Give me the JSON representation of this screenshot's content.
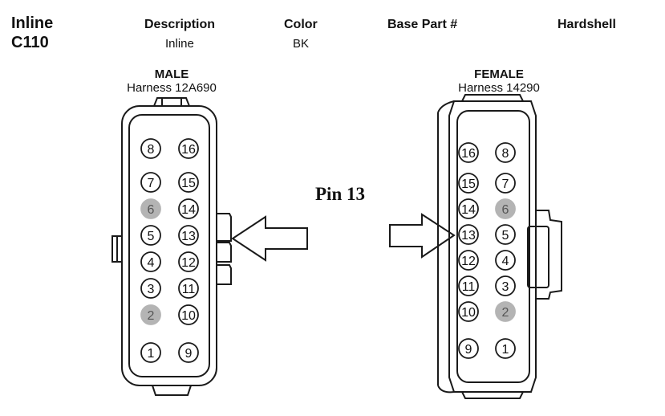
{
  "connector": {
    "line1": "Inline",
    "line2": "C110"
  },
  "columns": {
    "description": {
      "header": "Description",
      "value": "Inline"
    },
    "color": {
      "header": "Color",
      "value": "BK"
    },
    "base_part": {
      "header": "Base Part #",
      "value": ""
    },
    "hardshell": {
      "header": "Hardshell",
      "value": ""
    }
  },
  "male": {
    "title": "MALE",
    "harness": "Harness 12A690",
    "pins_left": [
      "8",
      "7",
      "6",
      "5",
      "4",
      "3",
      "2",
      "1"
    ],
    "pins_right": [
      "16",
      "15",
      "14",
      "13",
      "12",
      "11",
      "10",
      "9"
    ]
  },
  "female": {
    "title": "FEMALE",
    "harness": "Harness 14290",
    "pins_left": [
      "16",
      "15",
      "14",
      "13",
      "12",
      "11",
      "10",
      "9"
    ],
    "pins_right": [
      "8",
      "7",
      "6",
      "5",
      "4",
      "3",
      "2",
      "1"
    ]
  },
  "highlighted_pins": [
    "6",
    "2"
  ],
  "pin_callout": "Pin 13",
  "colors": {
    "highlight": "#b4b4b4",
    "line": "#1a1a1a"
  }
}
